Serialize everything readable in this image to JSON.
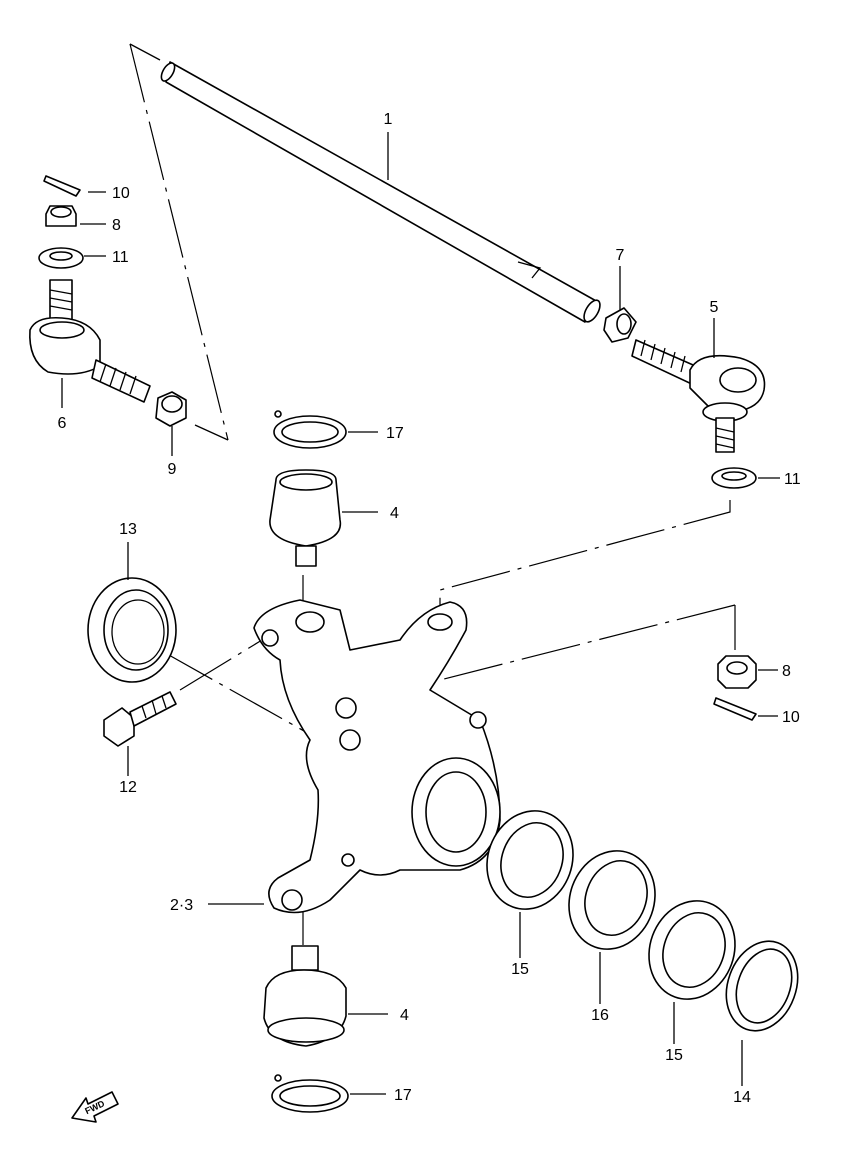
{
  "callouts": [
    {
      "id": "c1",
      "text": "1"
    },
    {
      "id": "c23",
      "text": "2·3"
    },
    {
      "id": "c4a",
      "text": "4"
    },
    {
      "id": "c4b",
      "text": "4"
    },
    {
      "id": "c5",
      "text": "5"
    },
    {
      "id": "c6",
      "text": "6"
    },
    {
      "id": "c7",
      "text": "7"
    },
    {
      "id": "c8a",
      "text": "8"
    },
    {
      "id": "c8b",
      "text": "8"
    },
    {
      "id": "c9",
      "text": "9"
    },
    {
      "id": "c10a",
      "text": "10"
    },
    {
      "id": "c10b",
      "text": "10"
    },
    {
      "id": "c11a",
      "text": "11"
    },
    {
      "id": "c11b",
      "text": "11"
    },
    {
      "id": "c12",
      "text": "12"
    },
    {
      "id": "c13",
      "text": "13"
    },
    {
      "id": "c14",
      "text": "14"
    },
    {
      "id": "c15a",
      "text": "15"
    },
    {
      "id": "c15b",
      "text": "15"
    },
    {
      "id": "c16",
      "text": "16"
    },
    {
      "id": "c17a",
      "text": "17"
    },
    {
      "id": "c17b",
      "text": "17"
    }
  ],
  "fwd_badge": "FWD"
}
